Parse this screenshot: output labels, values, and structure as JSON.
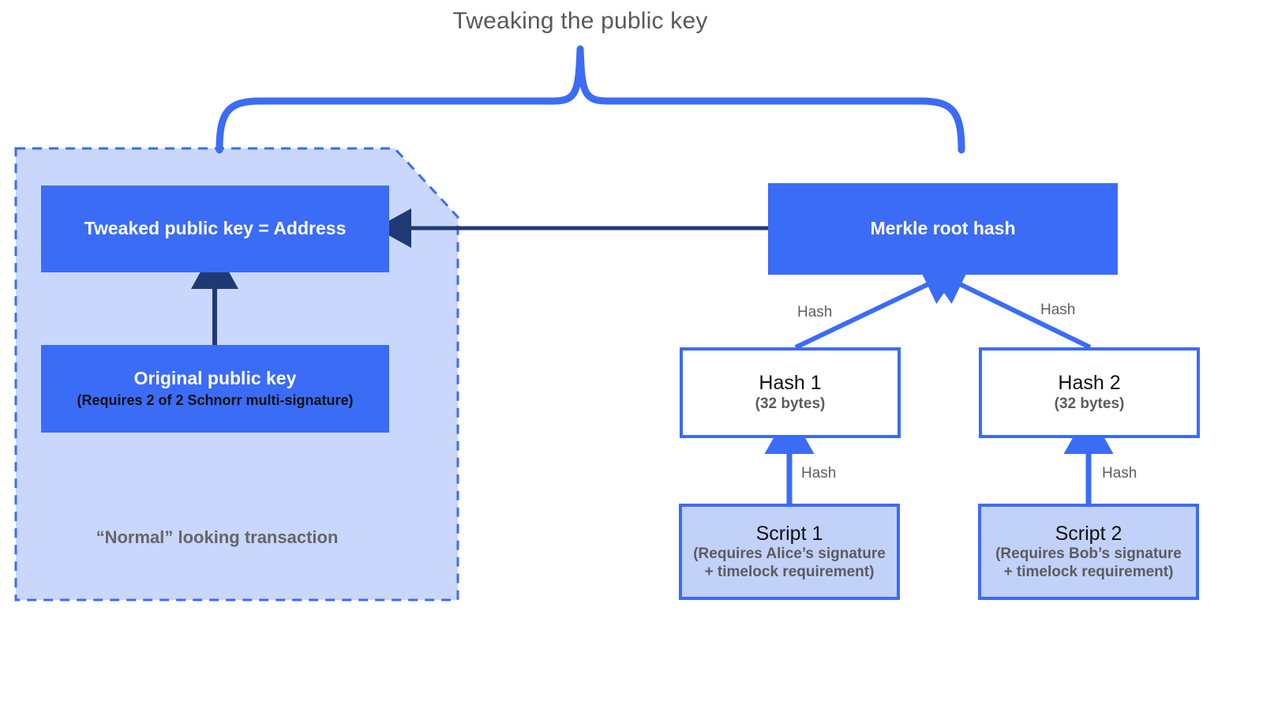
{
  "title": "Tweaking the public key",
  "colors": {
    "accent_blue": "#3b6cf6",
    "panel_fill": "#c9d7fc",
    "script_fill": "#c2d1f8",
    "dark_arrow": "#1f3a73",
    "title_gray": "#595959",
    "label_gray": "#5e5e5e"
  },
  "left_panel": {
    "caption": "“Normal” looking transaction",
    "tweaked_key_box": {
      "title": "Tweaked public key = Address"
    },
    "original_key_box": {
      "title": "Original public key",
      "subtitle": "(Requires 2 of 2 Schnorr multi-signature)"
    }
  },
  "merkle_tree": {
    "root": {
      "title": "Merkle root hash"
    },
    "hashes": [
      {
        "title": "Hash 1",
        "subtitle": "(32 bytes)"
      },
      {
        "title": "Hash 2",
        "subtitle": "(32 bytes)"
      }
    ],
    "scripts": [
      {
        "title": "Script 1",
        "subtitle": "(Requires Alice’s signature + timelock requirement)"
      },
      {
        "title": "Script 2",
        "subtitle": "(Requires Bob’s signature + timelock requirement)"
      }
    ],
    "edge_labels": {
      "hash1_to_root": "Hash",
      "hash2_to_root": "Hash",
      "script1_to_hash1": "Hash",
      "script2_to_hash2": "Hash"
    }
  }
}
